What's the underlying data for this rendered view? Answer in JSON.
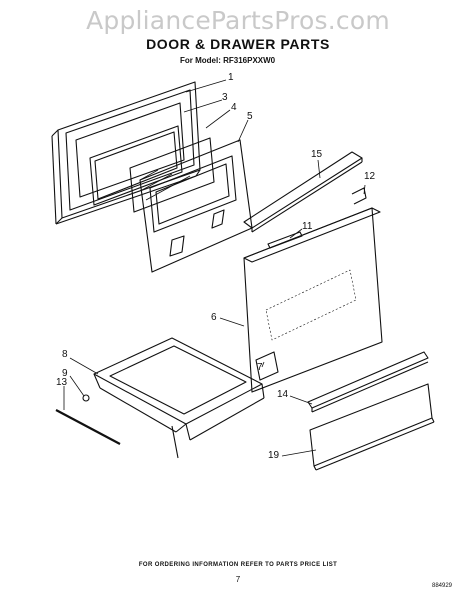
{
  "watermark": "AppliancePartsPros.com",
  "title": "DOOR & DRAWER PARTS",
  "model": "For Model: RF316PXXW0",
  "callouts": [
    "1",
    "3",
    "4",
    "5",
    "15",
    "12",
    "11",
    "6",
    "7",
    "8",
    "9",
    "13",
    "14",
    "19"
  ],
  "footer": "FOR ORDERING INFORMATION REFER TO PARTS PRICE LIST",
  "page_number": "7",
  "diagram_code": "884929"
}
